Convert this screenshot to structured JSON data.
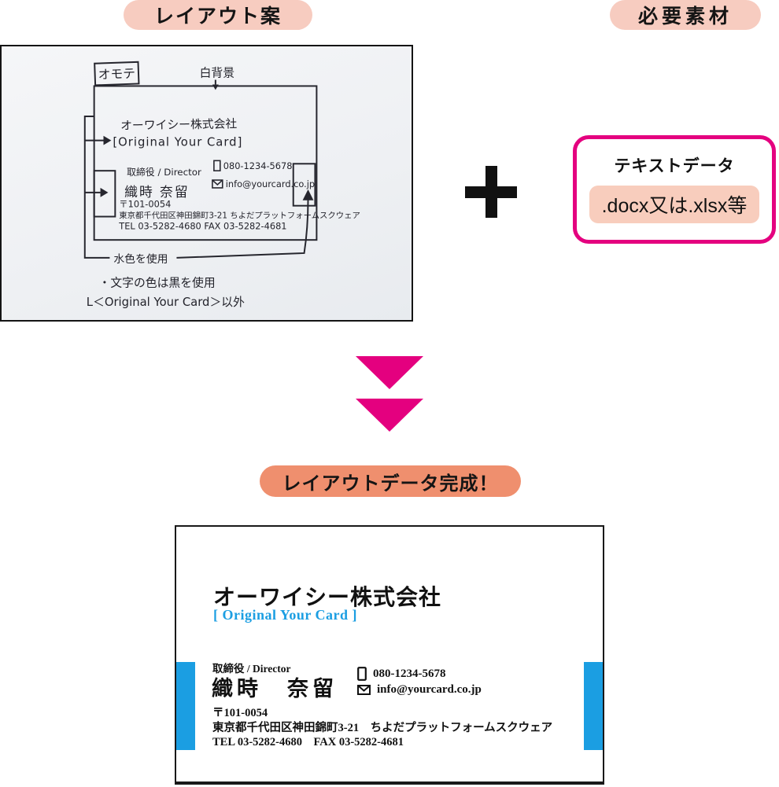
{
  "colors": {
    "pill_light": "#f7ccc0",
    "pill_dark": "#ef8f6e",
    "magenta": "#e4007f",
    "cyan": "#1b9ee2",
    "text_black": "#111111"
  },
  "header": {
    "layout_label": "レイアウト案",
    "materials_label": "必要素材"
  },
  "sketch": {
    "front_tag": "オモテ",
    "white_bg_note": "白背景",
    "company": "オーワイシー株式会社",
    "brand": "[Original Your Card]",
    "title": "取締役 / Director",
    "name": "織時 奈留",
    "phone": "080-1234-5678",
    "email": "info@yourcard.co.jp",
    "postal": "〒101-0054",
    "address": "東京都千代田区神田錦町3-21 ちよだプラットフォームスクウェア",
    "tel_fax": "TEL 03-5282-4680 FAX 03-5282-4681",
    "note_lightblue": "水色を使用",
    "note_black_text": "・文字の色は黒を使用",
    "note_except": "L＜Original Your Card＞以外"
  },
  "connector": {
    "plus": "＋"
  },
  "materials_box": {
    "title": "テキストデータ",
    "file_types": ".docx又は.xlsx等"
  },
  "result": {
    "label": "レイアウトデータ完成！"
  },
  "card": {
    "company": "オーワイシー株式会社",
    "brand": "[ Original Your Card ]",
    "title": "取締役 / Director",
    "name": "織時　奈留",
    "phone": "080-1234-5678",
    "email": "info@yourcard.co.jp",
    "postal": "〒101-0054",
    "address": "東京都千代田区神田錦町3-21　ちよだプラットフォームスクウェア",
    "tel_fax": "TEL 03-5282-4680　FAX 03-5282-4681"
  }
}
